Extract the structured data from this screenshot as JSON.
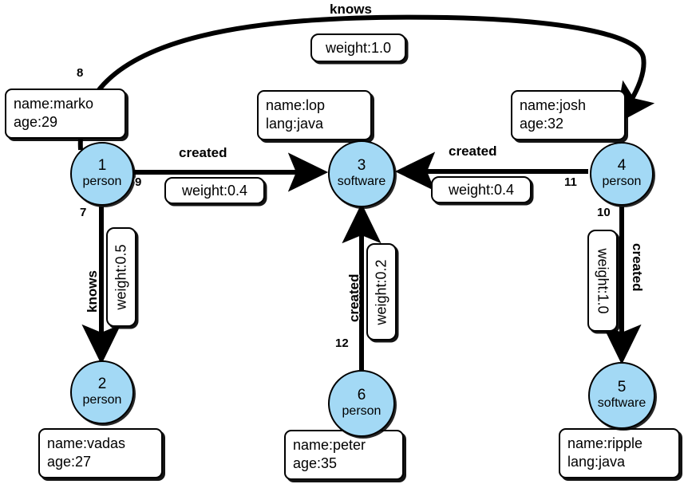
{
  "graph": {
    "title": "tinkerpop-modern-graph",
    "node_fill": "#a3d9f5",
    "stroke": "#000000",
    "background": "#ffffff",
    "nodes": [
      {
        "id": "1",
        "label": "person",
        "properties": [
          "name:marko",
          "age:29"
        ]
      },
      {
        "id": "2",
        "label": "person",
        "properties": [
          "name:vadas",
          "age:27"
        ]
      },
      {
        "id": "3",
        "label": "software",
        "properties": [
          "name:lop",
          "lang:java"
        ]
      },
      {
        "id": "4",
        "label": "person",
        "properties": [
          "name:josh",
          "age:32"
        ]
      },
      {
        "id": "5",
        "label": "software",
        "properties": [
          "name:ripple",
          "lang:java"
        ]
      },
      {
        "id": "6",
        "label": "person",
        "properties": [
          "name:peter",
          "age:35"
        ]
      }
    ],
    "edges": [
      {
        "id": "8",
        "label": "knows",
        "weight": "weight:1.0",
        "from": "1",
        "to": "4"
      },
      {
        "id": "7",
        "label": "knows",
        "weight": "weight:0.5",
        "from": "1",
        "to": "2"
      },
      {
        "id": "9",
        "label": "created",
        "weight": "weight:0.4",
        "from": "1",
        "to": "3"
      },
      {
        "id": "11",
        "label": "created",
        "weight": "weight:0.4",
        "from": "4",
        "to": "3"
      },
      {
        "id": "10",
        "label": "created",
        "weight": "weight:1.0",
        "from": "4",
        "to": "5"
      },
      {
        "id": "12",
        "label": "created",
        "weight": "weight:0.2",
        "from": "6",
        "to": "3"
      }
    ]
  }
}
